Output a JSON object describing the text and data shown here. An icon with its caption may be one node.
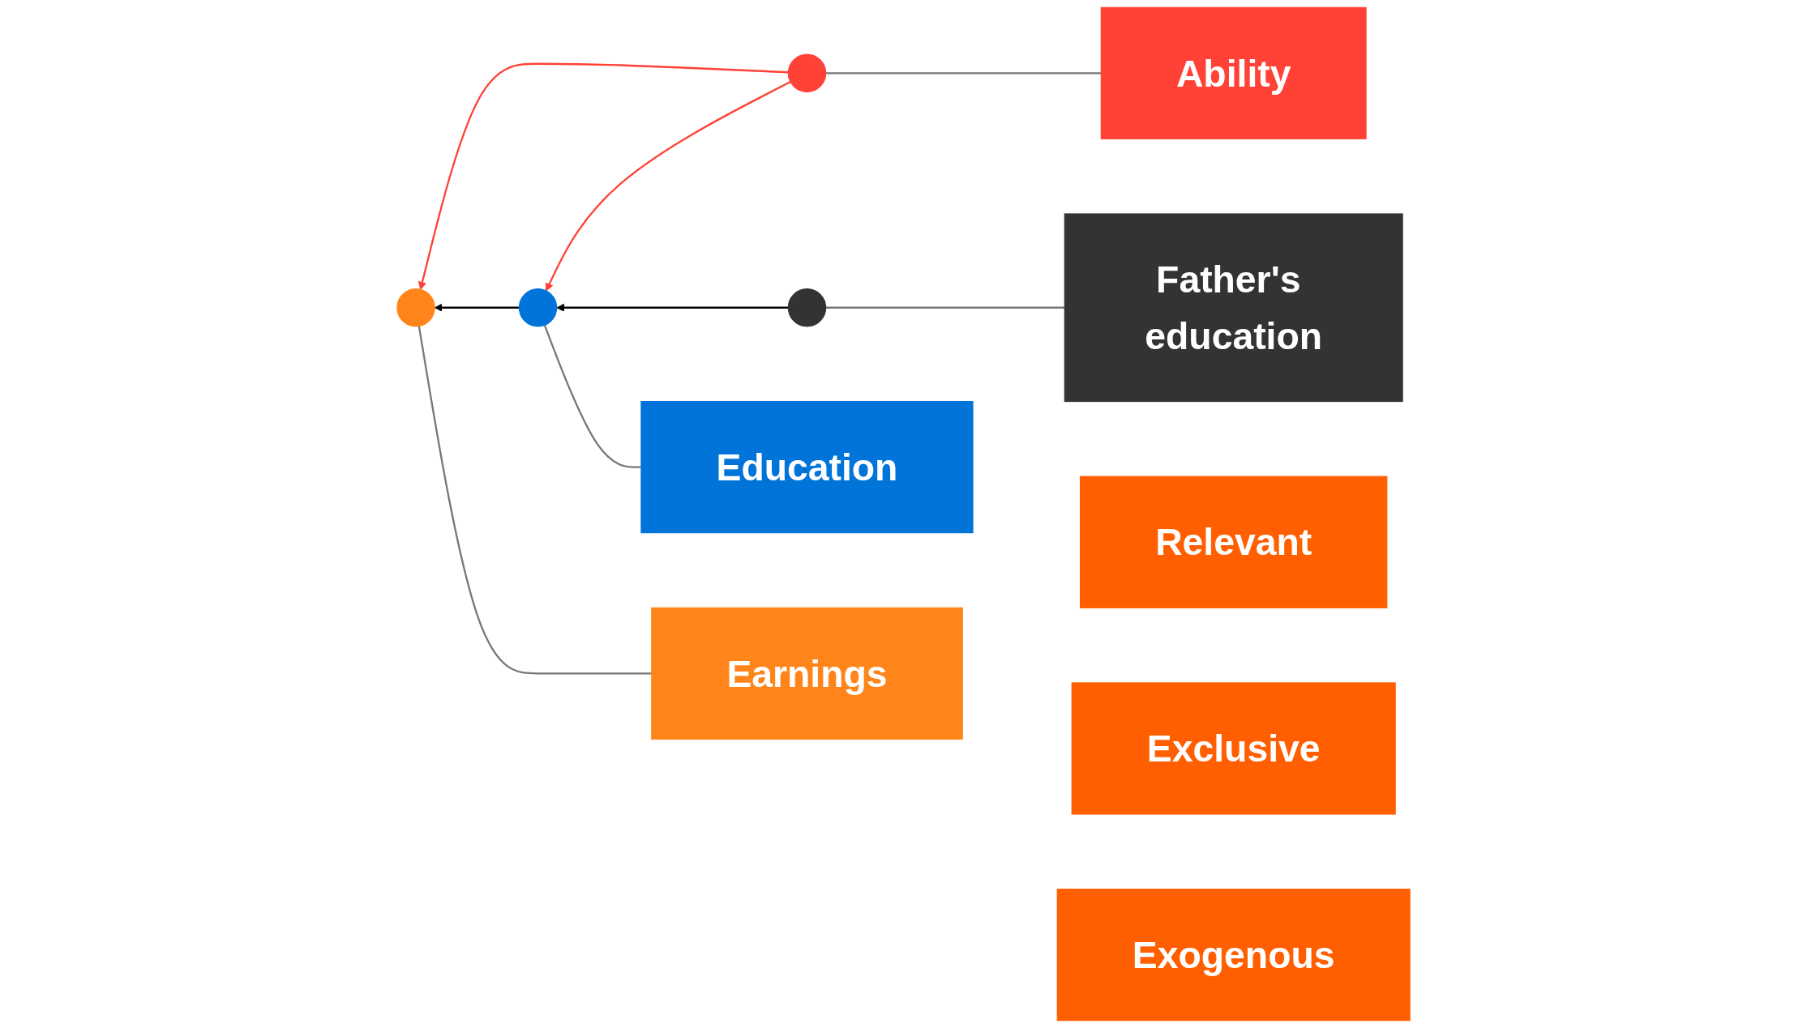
{
  "diagram": {
    "nodes": [
      {
        "text": [],
        "shape": "circle"
      },
      {
        "text": [],
        "shape": "circle"
      },
      {
        "text": [],
        "shape": "circle"
      },
      {
        "text": [],
        "shape": "circle"
      },
      {
        "text": [
          "Ability"
        ]
      },
      {
        "text": [
          "Education"
        ]
      },
      {
        "text": [
          "Earnings"
        ]
      },
      {
        "text": [
          "Father's education"
        ]
      },
      {
        "text": [
          "Relevant"
        ]
      },
      {
        "text": [
          "Exclusive"
        ]
      },
      {
        "text": [
          "Exogenous"
        ]
      }
    ],
    "edges": [
      {
        "from": 0,
        "to": 1,
        "arrow": "to",
        "color": "#ff4136"
      },
      {
        "from": 0,
        "to": 2,
        "arrow": "to",
        "color": "#ff4136"
      },
      {
        "from": 2,
        "to": 1,
        "arrow": "to",
        "color": "#000000"
      },
      {
        "from": 3,
        "to": 2,
        "arrow": "to",
        "color": "#000000"
      },
      {
        "from": 4,
        "to": 0,
        "arrow": "none"
      },
      {
        "from": 5,
        "to": 2,
        "arrow": "none"
      },
      {
        "from": 6,
        "to": 1,
        "arrow": "none"
      },
      {
        "from": 7,
        "to": 3,
        "arrow": "none"
      }
    ]
  }
}
